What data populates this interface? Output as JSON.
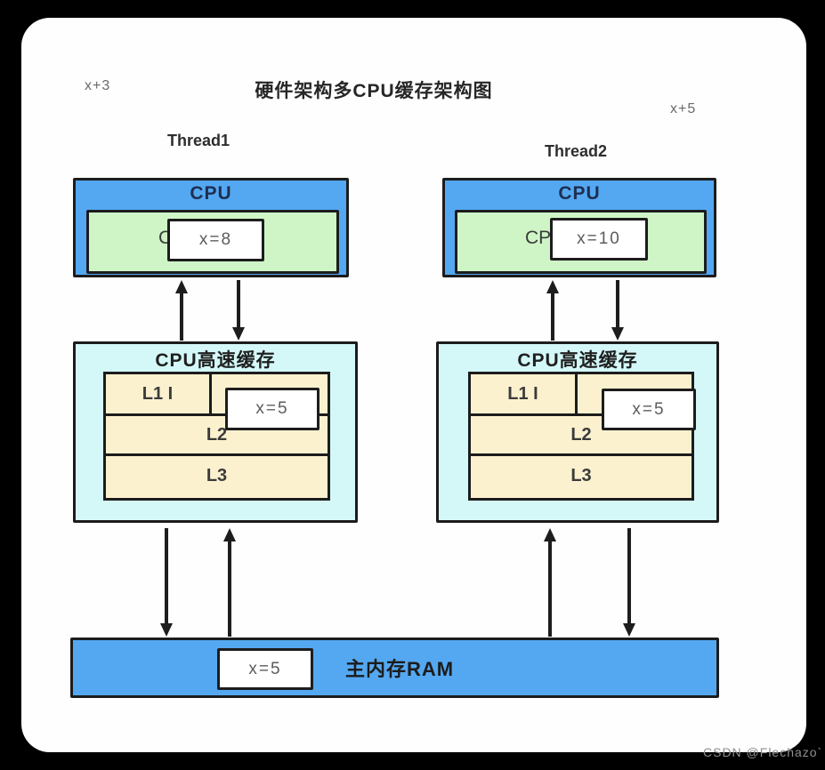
{
  "diagram": {
    "title": "硬件架构多CPU缓存架构图",
    "note_left": "x+3",
    "note_right": "x+5",
    "columns": [
      {
        "thread_label": "Thread1",
        "cpu_label": "CPU",
        "register_fragment": "C",
        "register_value": "x=8",
        "cache_title": "CPU高速缓存",
        "l1_label": "L1 I",
        "l2_label": "L2",
        "l3_label": "L3",
        "cache_value": "x=5"
      },
      {
        "thread_label": "Thread2",
        "cpu_label": "CPU",
        "register_fragment": "CP",
        "register_value": "x=10",
        "cache_title": "CPU高速缓存",
        "l1_label": "L1 I",
        "l2_label": "L2",
        "l3_label": "L3",
        "cache_value": "x=5"
      }
    ],
    "ram": {
      "label": "主内存RAM",
      "value": "x=5"
    },
    "watermark": "CSDN @Flechazo`"
  },
  "colors": {
    "background": "#000000",
    "card": "#fefefe",
    "cpu_fill": "#54a8f1",
    "register_fill": "#cff5c6",
    "cache_fill": "#d4f8f8",
    "cache_cell_fill": "#fcf1cf",
    "ram_fill": "#54a8f1",
    "border": "#1c1c1c",
    "cpu_label_text": "#1d2e52",
    "value_text": "#5c5c5c",
    "note_text": "#6a6a6a",
    "watermark_text": "#8f8f8f"
  }
}
